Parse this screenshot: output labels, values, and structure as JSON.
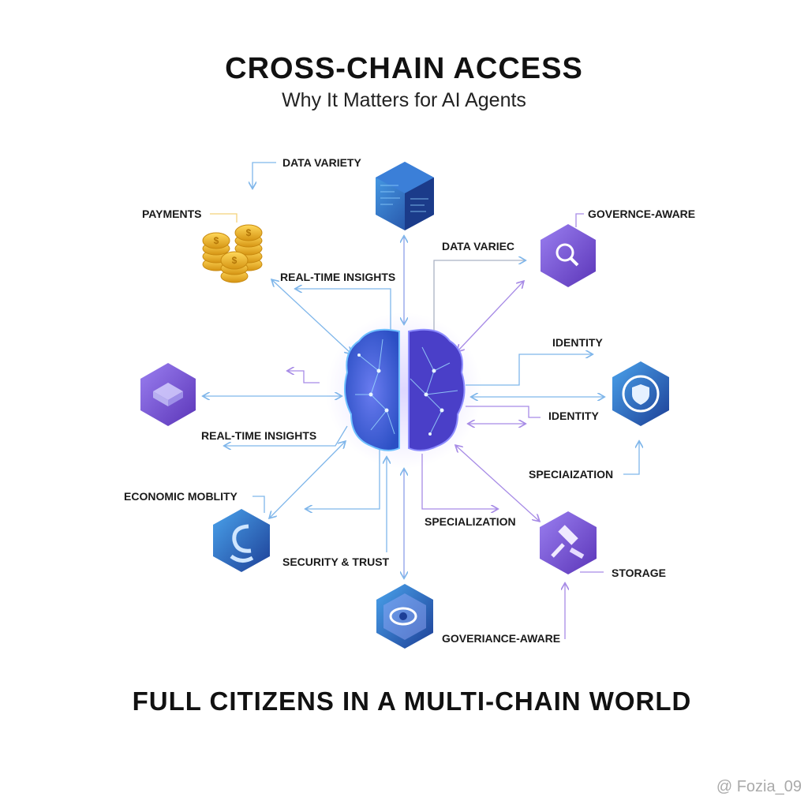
{
  "header": {
    "title": "CROSS-CHAIN ACCESS",
    "subtitle": "Why It Matters for AI Agents"
  },
  "labels": [
    "DATA VARIETY",
    "PAYMENTS",
    "GOVERNCE-AWARE",
    "DATA VARIEC",
    "REAL-TIME INSIGHTS",
    "IDENTITY",
    "IDENTITY",
    "REAL-TIME INSIGHTS",
    "SPECIAIZATION",
    "ECONOMIC MOBLITY",
    "SPECIALIZATION",
    "SECURITY & TRUST",
    "STORAGE",
    "GOVERIANCE-AWARE"
  ],
  "icons": [
    "data-cube-icon",
    "gold-coins-icon",
    "magnifier-hexagon-icon",
    "chip-hexagon-icon",
    "shield-hexagon-icon",
    "spiral-hexagon-icon",
    "gavel-hexagon-icon",
    "eye-hexagon-icon",
    "ai-brain-icon"
  ],
  "footer": "FULL CITIZENS IN A MULTI-CHAIN WORLD",
  "watermark": "@ Fozia_09",
  "colors": {
    "blue": "#2f6fd6",
    "purple": "#7b4fd0",
    "gold": "#e9b321",
    "line_blue": "#7fb6ea",
    "line_purple": "#a78be6"
  }
}
